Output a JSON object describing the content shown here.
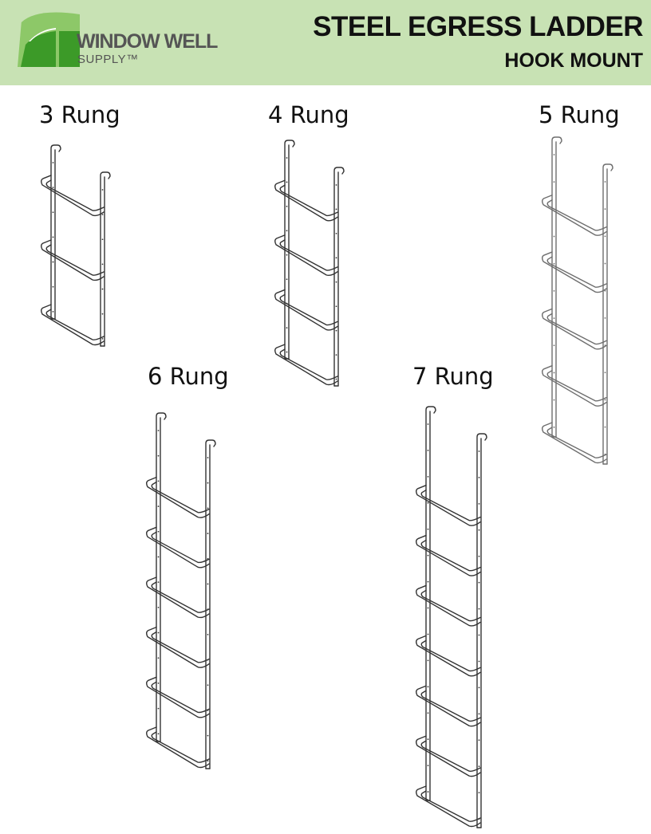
{
  "header": {
    "brand": {
      "line1": "WINDOW WELL",
      "line2": "SUPPLY™"
    },
    "title": "STEEL EGRESS LADDER",
    "subtitle": "HOOK MOUNT",
    "colors": {
      "band": "#c8e2b4",
      "logo_light": "#8dc868",
      "logo_dark": "#3c9a28",
      "logo_text": "#555555"
    }
  },
  "ladders": [
    {
      "label": "3 Rung",
      "rungs": 3,
      "stroke": "#333333"
    },
    {
      "label": "4 Rung",
      "rungs": 4,
      "stroke": "#333333"
    },
    {
      "label": "5 Rung",
      "rungs": 5,
      "stroke": "#6e6e6e"
    },
    {
      "label": "6 Rung",
      "rungs": 6,
      "stroke": "#333333"
    },
    {
      "label": "7 Rung",
      "rungs": 7,
      "stroke": "#333333"
    }
  ]
}
